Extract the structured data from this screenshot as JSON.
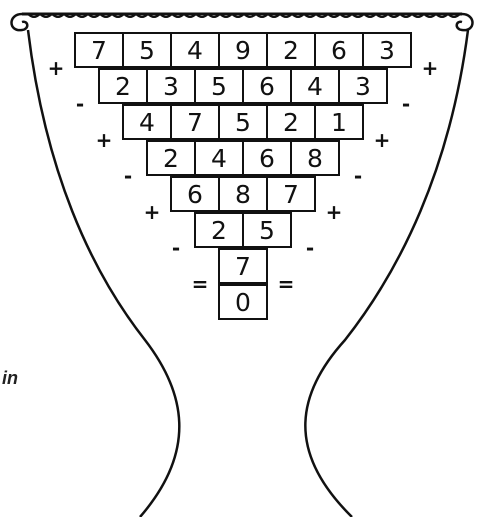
{
  "pyramid": {
    "rows": [
      {
        "values": [
          "7",
          "5",
          "4",
          "9",
          "2",
          "6",
          "3"
        ],
        "operator": "+"
      },
      {
        "values": [
          "2",
          "3",
          "5",
          "6",
          "4",
          "3"
        ],
        "operator": "-"
      },
      {
        "values": [
          "4",
          "7",
          "5",
          "2",
          "1"
        ],
        "operator": "+"
      },
      {
        "values": [
          "2",
          "4",
          "6",
          "8"
        ],
        "operator": "-"
      },
      {
        "values": [
          "6",
          "8",
          "7"
        ],
        "operator": "+"
      },
      {
        "values": [
          "2",
          "5"
        ],
        "operator": "-"
      },
      {
        "values": [
          "7"
        ],
        "operator": "="
      },
      {
        "values": [
          "0"
        ],
        "operator": ""
      }
    ]
  },
  "side_label": "in",
  "colors": {
    "ink": "#111111",
    "background": "#ffffff"
  }
}
